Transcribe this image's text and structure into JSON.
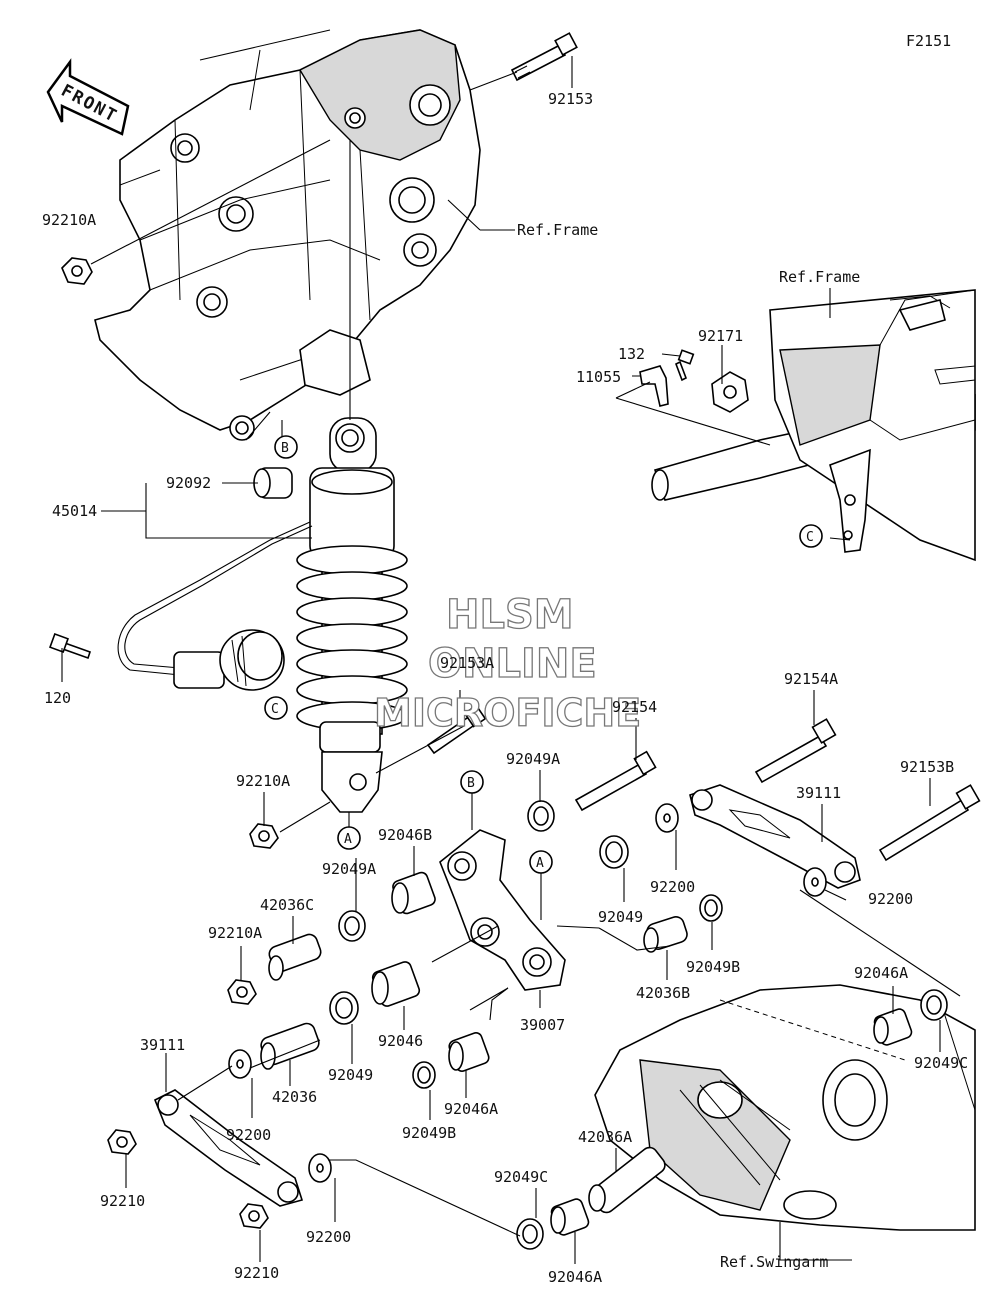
{
  "diagram_code": "F2151",
  "front_arrow_label": "FRONT",
  "watermark": [
    "HLSM",
    "ONLINE",
    "MICROFICHE"
  ],
  "reference_labels": {
    "frame_top": "Ref.Frame",
    "frame_detail": "Ref.Frame",
    "swingarm": "Ref.Swingarm"
  },
  "connection_markers": [
    "A",
    "B",
    "C"
  ],
  "part_labels": {
    "p92153": "92153",
    "p92210A_top": "92210A",
    "p92092": "92092",
    "p45014": "45014",
    "p120": "120",
    "p132": "132",
    "p92171": "92171",
    "p11055": "11055",
    "p92153A": "92153A",
    "p92154": "92154",
    "p92154A": "92154A",
    "p92153B": "92153B",
    "p39111_right": "39111",
    "p92200_a": "92200",
    "p92200_b": "92200",
    "p92210A_mid": "92210A",
    "p92049A_a": "92049A",
    "p92049A_b": "92049A",
    "p92046B": "92046B",
    "p42036C": "42036C",
    "p92210A_low": "92210A",
    "p92049_a": "92049",
    "p92049_b": "92049",
    "p92049B_a": "92049B",
    "p92049B_b": "92049B",
    "p42036B": "42036B",
    "p92046": "92046",
    "p39007": "39007",
    "p92046A_a": "92046A",
    "p92046A_b": "92046A",
    "p92046A_c": "92046A",
    "p92049C_a": "92049C",
    "p92049C_b": "92049C",
    "p39111_left": "39111",
    "p42036": "42036",
    "p42036A": "42036A",
    "p92200_c": "92200",
    "p92200_d": "92200",
    "p92210_a": "92210",
    "p92210_b": "92210"
  }
}
